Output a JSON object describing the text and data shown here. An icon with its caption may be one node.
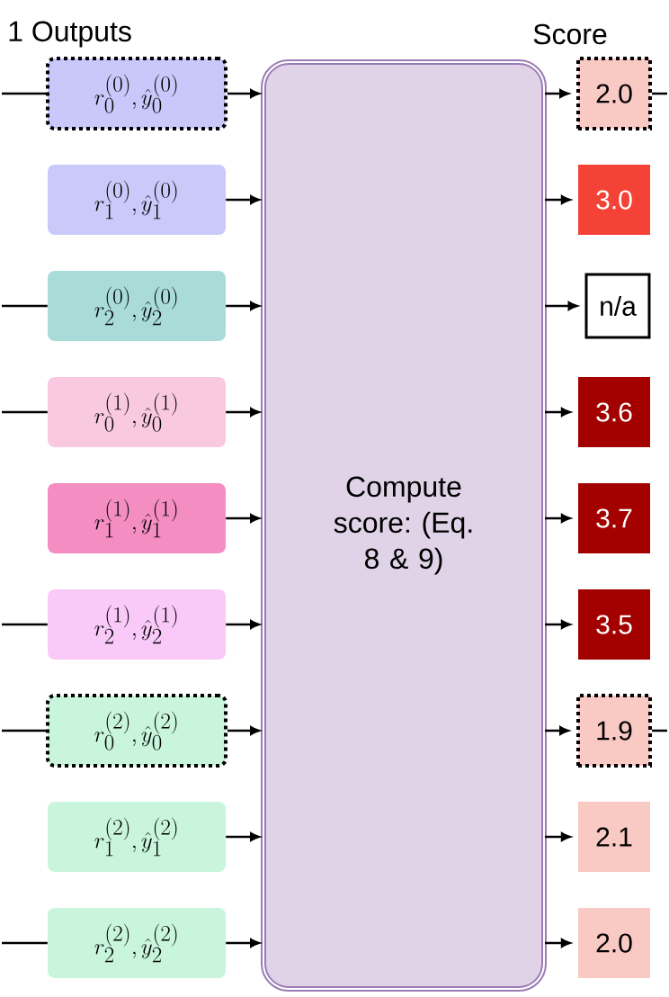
{
  "diagram": {
    "nodes": [
      {
        "text": [
          "r_0^{(0)}, \\hat{y}_0^{(0)}"
        ]
      },
      {
        "text": [
          "r_1^{(0)}, \\hat{y}_1^{(0)}"
        ]
      },
      {
        "text": [
          "r_2^{(0)}, \\hat{y}_2^{(0)}"
        ]
      },
      {
        "text": [
          "r_0^{(1)}, \\hat{y}_0^{(1)}"
        ]
      },
      {
        "text": [
          "r_1^{(1)}, \\hat{y}_1^{(1)}"
        ]
      },
      {
        "text": [
          "r_2^{(1)}, \\hat{y}_2^{(1)}"
        ]
      },
      {
        "text": [
          "r_0^{(2)}, \\hat{y}_0^{(2)}"
        ]
      },
      {
        "text": [
          "r_1^{(2)}, \\hat{y}_1^{(2)}"
        ]
      },
      {
        "text": [
          "r_2^{(2)}, \\hat{y}_2^{(2)}"
        ]
      },
      {
        "text": [
          "Compute score: (Eq. 8 & 9)"
        ]
      },
      {
        "text": [
          "2.0"
        ]
      },
      {
        "text": [
          "3.0"
        ]
      },
      {
        "text": [
          "n/a"
        ]
      },
      {
        "text": [
          "3.6"
        ]
      },
      {
        "text": [
          "3.7"
        ]
      },
      {
        "text": [
          "3.5"
        ]
      },
      {
        "text": [
          "1.9"
        ]
      },
      {
        "text": [
          "2.1"
        ]
      },
      {
        "text": [
          "2.0"
        ]
      }
    ],
    "edges": [
      {
        "from": 0,
        "to": 9,
        "arrow": "to"
      },
      {
        "from": 1,
        "to": 9,
        "arrow": "to"
      },
      {
        "from": 2,
        "to": 9,
        "arrow": "to"
      },
      {
        "from": 3,
        "to": 9,
        "arrow": "to"
      },
      {
        "from": 4,
        "to": 9,
        "arrow": "to"
      },
      {
        "from": 5,
        "to": 9,
        "arrow": "to"
      },
      {
        "from": 6,
        "to": 9,
        "arrow": "to"
      },
      {
        "from": 7,
        "to": 9,
        "arrow": "to"
      },
      {
        "from": 8,
        "to": 9,
        "arrow": "to"
      },
      {
        "from": 9,
        "to": 10,
        "arrow": "to"
      },
      {
        "from": 9,
        "to": 11,
        "arrow": "to"
      },
      {
        "from": 9,
        "to": 12,
        "arrow": "to"
      },
      {
        "from": 9,
        "to": 13,
        "arrow": "to"
      },
      {
        "from": 9,
        "to": 14,
        "arrow": "to"
      },
      {
        "from": 9,
        "to": 15,
        "arrow": "to"
      },
      {
        "from": 9,
        "to": 16,
        "arrow": "to"
      },
      {
        "from": 9,
        "to": 17,
        "arrow": "to"
      },
      {
        "from": 9,
        "to": 18,
        "arrow": "to"
      },
      {
        "from": null,
        "to": 0,
        "arrow": "none"
      },
      {
        "from": null,
        "to": 2,
        "arrow": "none"
      },
      {
        "from": null,
        "to": 3,
        "arrow": "none"
      },
      {
        "from": null,
        "to": 5,
        "arrow": "none"
      },
      {
        "from": null,
        "to": 6,
        "arrow": "none"
      },
      {
        "from": null,
        "to": 8,
        "arrow": "none"
      },
      {
        "from": 10,
        "to": null,
        "arrow": "none"
      },
      {
        "from": 16,
        "to": null,
        "arrow": "none"
      }
    ],
    "labels": [
      "1 Outputs",
      "Score"
    ]
  }
}
